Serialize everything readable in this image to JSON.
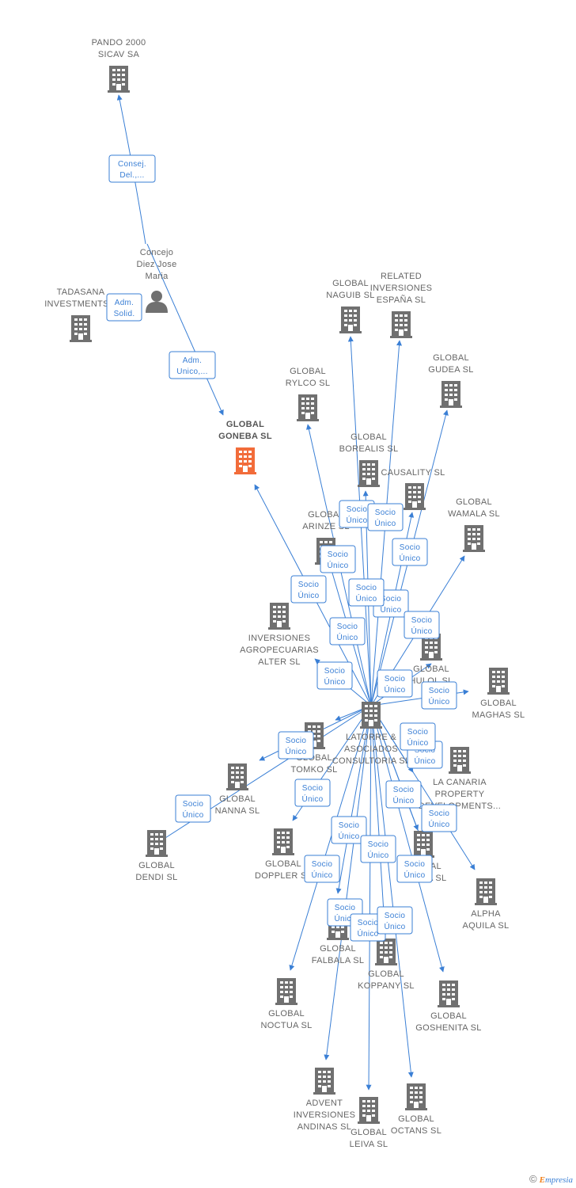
{
  "colors": {
    "edge": "#3a7fd5",
    "building": "#707070",
    "building_main": "#f26c3a",
    "person": "#707070",
    "label": "#666666"
  },
  "nodes": [
    {
      "id": "pando",
      "type": "company",
      "label": [
        "PANDO 2000",
        "SICAV SA"
      ]
    },
    {
      "id": "concejo",
      "type": "person",
      "label": [
        "Concejo",
        "Diez Jose",
        "Maria"
      ]
    },
    {
      "id": "tadasana",
      "type": "company",
      "label": [
        "TADASANA",
        "INVESTMENTS..."
      ]
    },
    {
      "id": "goneba",
      "type": "company-main",
      "label": [
        "GLOBAL",
        "GONEBA SL"
      ]
    },
    {
      "id": "latorre",
      "type": "company",
      "label": [
        "LATORRE &",
        "ASOCIADOS",
        "CONSULTORIA SL"
      ]
    },
    {
      "id": "naguib",
      "type": "company",
      "label": [
        "GLOBAL",
        "NAGUIB SL"
      ]
    },
    {
      "id": "related",
      "type": "company",
      "label": [
        "RELATED",
        "INVERSIONES",
        "ESPAÑA SL"
      ]
    },
    {
      "id": "gudea",
      "type": "company",
      "label": [
        "GLOBAL",
        "GUDEA SL"
      ]
    },
    {
      "id": "rylco",
      "type": "company",
      "label": [
        "GLOBAL",
        "RYLCO SL"
      ]
    },
    {
      "id": "borealis",
      "type": "company",
      "label": [
        "GLOBAL",
        "BOREALIS SL"
      ]
    },
    {
      "id": "causality",
      "type": "company",
      "label": [
        "CAUSALITY SL"
      ]
    },
    {
      "id": "wamala",
      "type": "company",
      "label": [
        "GLOBAL",
        "WAMALA SL"
      ]
    },
    {
      "id": "arinze",
      "type": "company",
      "label": [
        "GLOBAL",
        "ARINZE SL"
      ]
    },
    {
      "id": "inversiones_agro",
      "type": "company",
      "label": [
        "INVERSIONES",
        "AGROPECUARIAS",
        "ALTER SL"
      ]
    },
    {
      "id": "hulol",
      "type": "company",
      "label": [
        "GLOBAL",
        "HULOL SL"
      ]
    },
    {
      "id": "maghas",
      "type": "company",
      "label": [
        "GLOBAL",
        "MAGHAS SL"
      ]
    },
    {
      "id": "tomko",
      "type": "company",
      "label": [
        "GLOBAL",
        "TOMKO SL"
      ]
    },
    {
      "id": "lacanaria",
      "type": "company",
      "label": [
        "LA CANARIA",
        "PROPERTY",
        "DEVELOPMENTS..."
      ]
    },
    {
      "id": "nanna",
      "type": "company",
      "label": [
        "GLOBAL",
        "NANNA SL"
      ]
    },
    {
      "id": "dendi",
      "type": "company",
      "label": [
        "GLOBAL",
        "DENDI SL"
      ]
    },
    {
      "id": "doppler",
      "type": "company",
      "label": [
        "GLOBAL",
        "DOPPLER SL"
      ]
    },
    {
      "id": "cassia",
      "type": "company",
      "label": [
        "GLOBAL",
        "CASSIA SL"
      ]
    },
    {
      "id": "alpha",
      "type": "company",
      "label": [
        "ALPHA",
        "AQUILA SL"
      ]
    },
    {
      "id": "falbala",
      "type": "company",
      "label": [
        "GLOBAL",
        "FALBALA SL"
      ]
    },
    {
      "id": "koppany",
      "type": "company",
      "label": [
        "GLOBAL",
        "KOPPANY SL"
      ]
    },
    {
      "id": "noctua",
      "type": "company",
      "label": [
        "GLOBAL",
        "NOCTUA SL"
      ]
    },
    {
      "id": "goshenita",
      "type": "company",
      "label": [
        "GLOBAL",
        "GOSHENITA SL"
      ]
    },
    {
      "id": "advent",
      "type": "company",
      "label": [
        "ADVENT",
        "INVERSIONES",
        "ANDINAS SL"
      ]
    },
    {
      "id": "leiva",
      "type": "company",
      "label": [
        "GLOBAL",
        "LEIVA SL"
      ]
    },
    {
      "id": "octans",
      "type": "company",
      "label": [
        "GLOBAL",
        "OCTANS SL"
      ]
    }
  ],
  "edge_labels": {
    "consej": [
      "Consej.",
      "Del.,..."
    ],
    "adm_solid": [
      "Adm.",
      "Solid."
    ],
    "adm_unico": [
      "Adm.",
      "Unico,..."
    ],
    "socio_unico": [
      "Socio",
      "Único"
    ]
  },
  "footer": {
    "copyright": "©",
    "brand_first": "E",
    "brand_rest": "mpresia"
  }
}
